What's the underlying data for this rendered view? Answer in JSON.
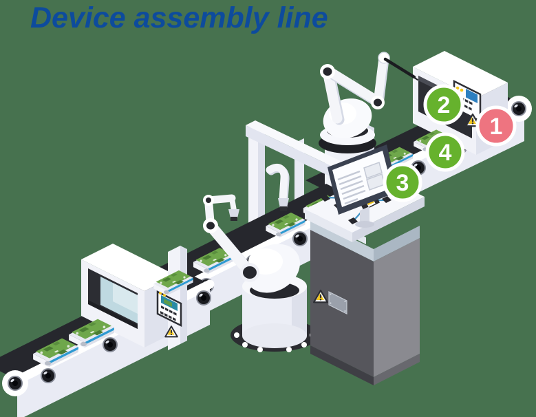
{
  "title": "Device assembly line",
  "colors": {
    "background": "#47724f",
    "title_blue": "#0d4b9d",
    "badge_green": "#66b22d",
    "badge_pink": "#ee7480",
    "badge_text": "#ffffff",
    "belt_dark": "#26272d",
    "conveyor_side": "#e9ebf4",
    "machine_white": "#f1f2f8",
    "screen_blue": "#2d7fc0",
    "screen_teal": "#2a8ba5",
    "warning_yellow": "#f3c71d",
    "pcb_green": "#6fa74b",
    "pcb_edge_blue": "#2e9ad2",
    "wire_blue": "#3e92c4",
    "cabinet_dark_gray": "#56565c",
    "cabinet_light_gray": "#8a8a90"
  },
  "badges": [
    {
      "number": "1",
      "fill": "#ee7480"
    },
    {
      "number": "2",
      "fill": "#66b22d"
    },
    {
      "number": "3",
      "fill": "#66b22d"
    },
    {
      "number": "4",
      "fill": "#66b22d"
    }
  ],
  "scene": {
    "description": "Isometric illustration of a device assembly line",
    "components": [
      "conveyor-belt",
      "inspection-tunnel",
      "control-panel",
      "robotic-arm",
      "pick-and-place-arm",
      "assembly-robot",
      "test-workstation",
      "monitor",
      "circuit-board-trays",
      "warning-sign"
    ]
  }
}
